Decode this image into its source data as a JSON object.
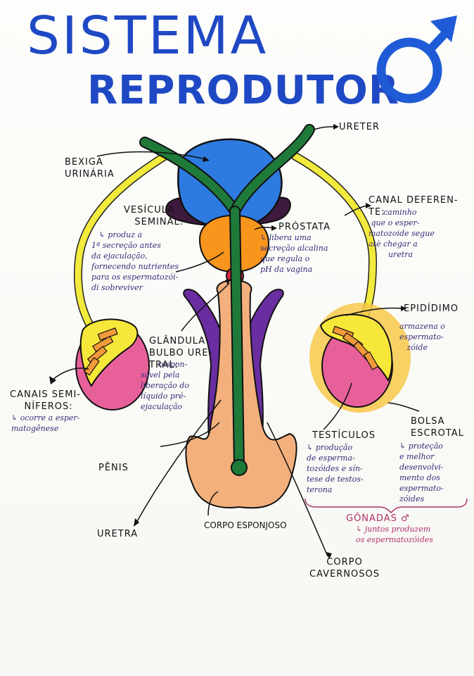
{
  "title": {
    "line1": "SISTEMA",
    "line2": "REPRODUTOR"
  },
  "colors": {
    "title_blue": "#1f49c4",
    "bladder": "#2d7be0",
    "ureter_green": "#1f7a3a",
    "deferent_yellow": "#f2ea3c",
    "prostate_orange": "#f7951c",
    "vesicle_purple": "#3e1a3e",
    "cavernous_purple": "#6a2ea0",
    "spongy_orange": "#f3b07d",
    "testis_pink": "#e8609a",
    "scrotum_yellow": "#f7c94a",
    "gland_red": "#e0283c",
    "note_purple": "#3a2a7a",
    "note_pink": "#b0306a"
  },
  "labels": {
    "ureter": "URETER",
    "bexiga": "BEXIGA\nURINÁRIA",
    "vesicula": "VESÍCULA\n   SEMINAL:",
    "vesicula_note": "   ↳ produz a\n1ª secreção antes\nda ejaculação,\nfornecendo nutrientes\npara os espermatozói-\ndi sobreviver",
    "prostata": "PRÓSTATA",
    "prostata_note": "↳ libera uma\nsecreção alcalina\nque regula o\npH da vagina",
    "canal": "CANAL DEFEREN-\nTE:",
    "canal_note": "      caminho\n que o esper-\nmatozoide segue\natè chegar a\n        uretra",
    "epididimo": "EPIDÍDIMO",
    "epididimo_note": "armazena o\nespermato-\n   zóide",
    "glandula": "GLÂNDULA\nBULBO URE-\nTRAL:",
    "glandula_note": "       respon-\nsável pela\nliberação do\nlíquido pré-\nejaculação",
    "canais": "CANAIS SEMI-\n    NÍFEROS:",
    "canais_note": "↳ ocorre a esper-\nmatogênese",
    "penis": "PÊNIS",
    "testiculos": "TESTÍCULOS",
    "testiculos_note": "↳ produção\nde esperma-\ntozóides e sín-\ntese de testos-\nterona",
    "bolsa": "BOLSA\nESCROTAL",
    "bolsa_note": "↳ proteção\ne melhor\ndesenvolvi-\nmento dos\nespermato-\nzóides",
    "gonadas": "GÔNADAS ♂",
    "gonadas_note": "↳ juntos produzem\nos espermatozóides",
    "uretra": "URETRA",
    "corpo_esponjoso": "CORPO ESPONJOSO",
    "corpo_cavernosos": "CORPO\nCAVERNOSOS"
  },
  "icons": {
    "male_symbol": "male-symbol-icon"
  }
}
